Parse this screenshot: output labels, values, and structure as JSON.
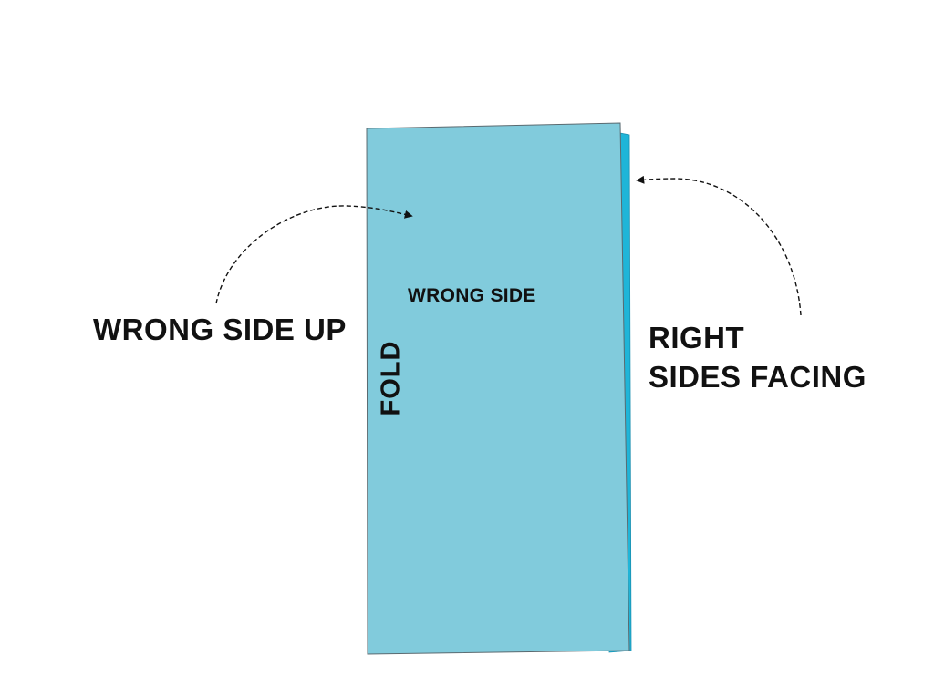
{
  "labels": {
    "wrong_side_up": "WRONG SIDE UP",
    "right_sides_facing_line1": "RIGHT",
    "right_sides_facing_line2": "SIDES FACING",
    "wrong_side": "WRONG SIDE",
    "fold": "FOLD"
  },
  "colors": {
    "fabric_wrong_side": "#81cbdc",
    "fabric_right_side": "#1fb5d8",
    "outline": "#5a6a70",
    "text": "#111111",
    "arrow": "#111111",
    "background": "#ffffff"
  },
  "arrows": [
    {
      "from": "wrong-side-up-label",
      "to": "wrong-side-surface",
      "style": "dashed"
    },
    {
      "from": "right-sides-facing-label",
      "to": "right-side-edge",
      "style": "dashed"
    }
  ]
}
